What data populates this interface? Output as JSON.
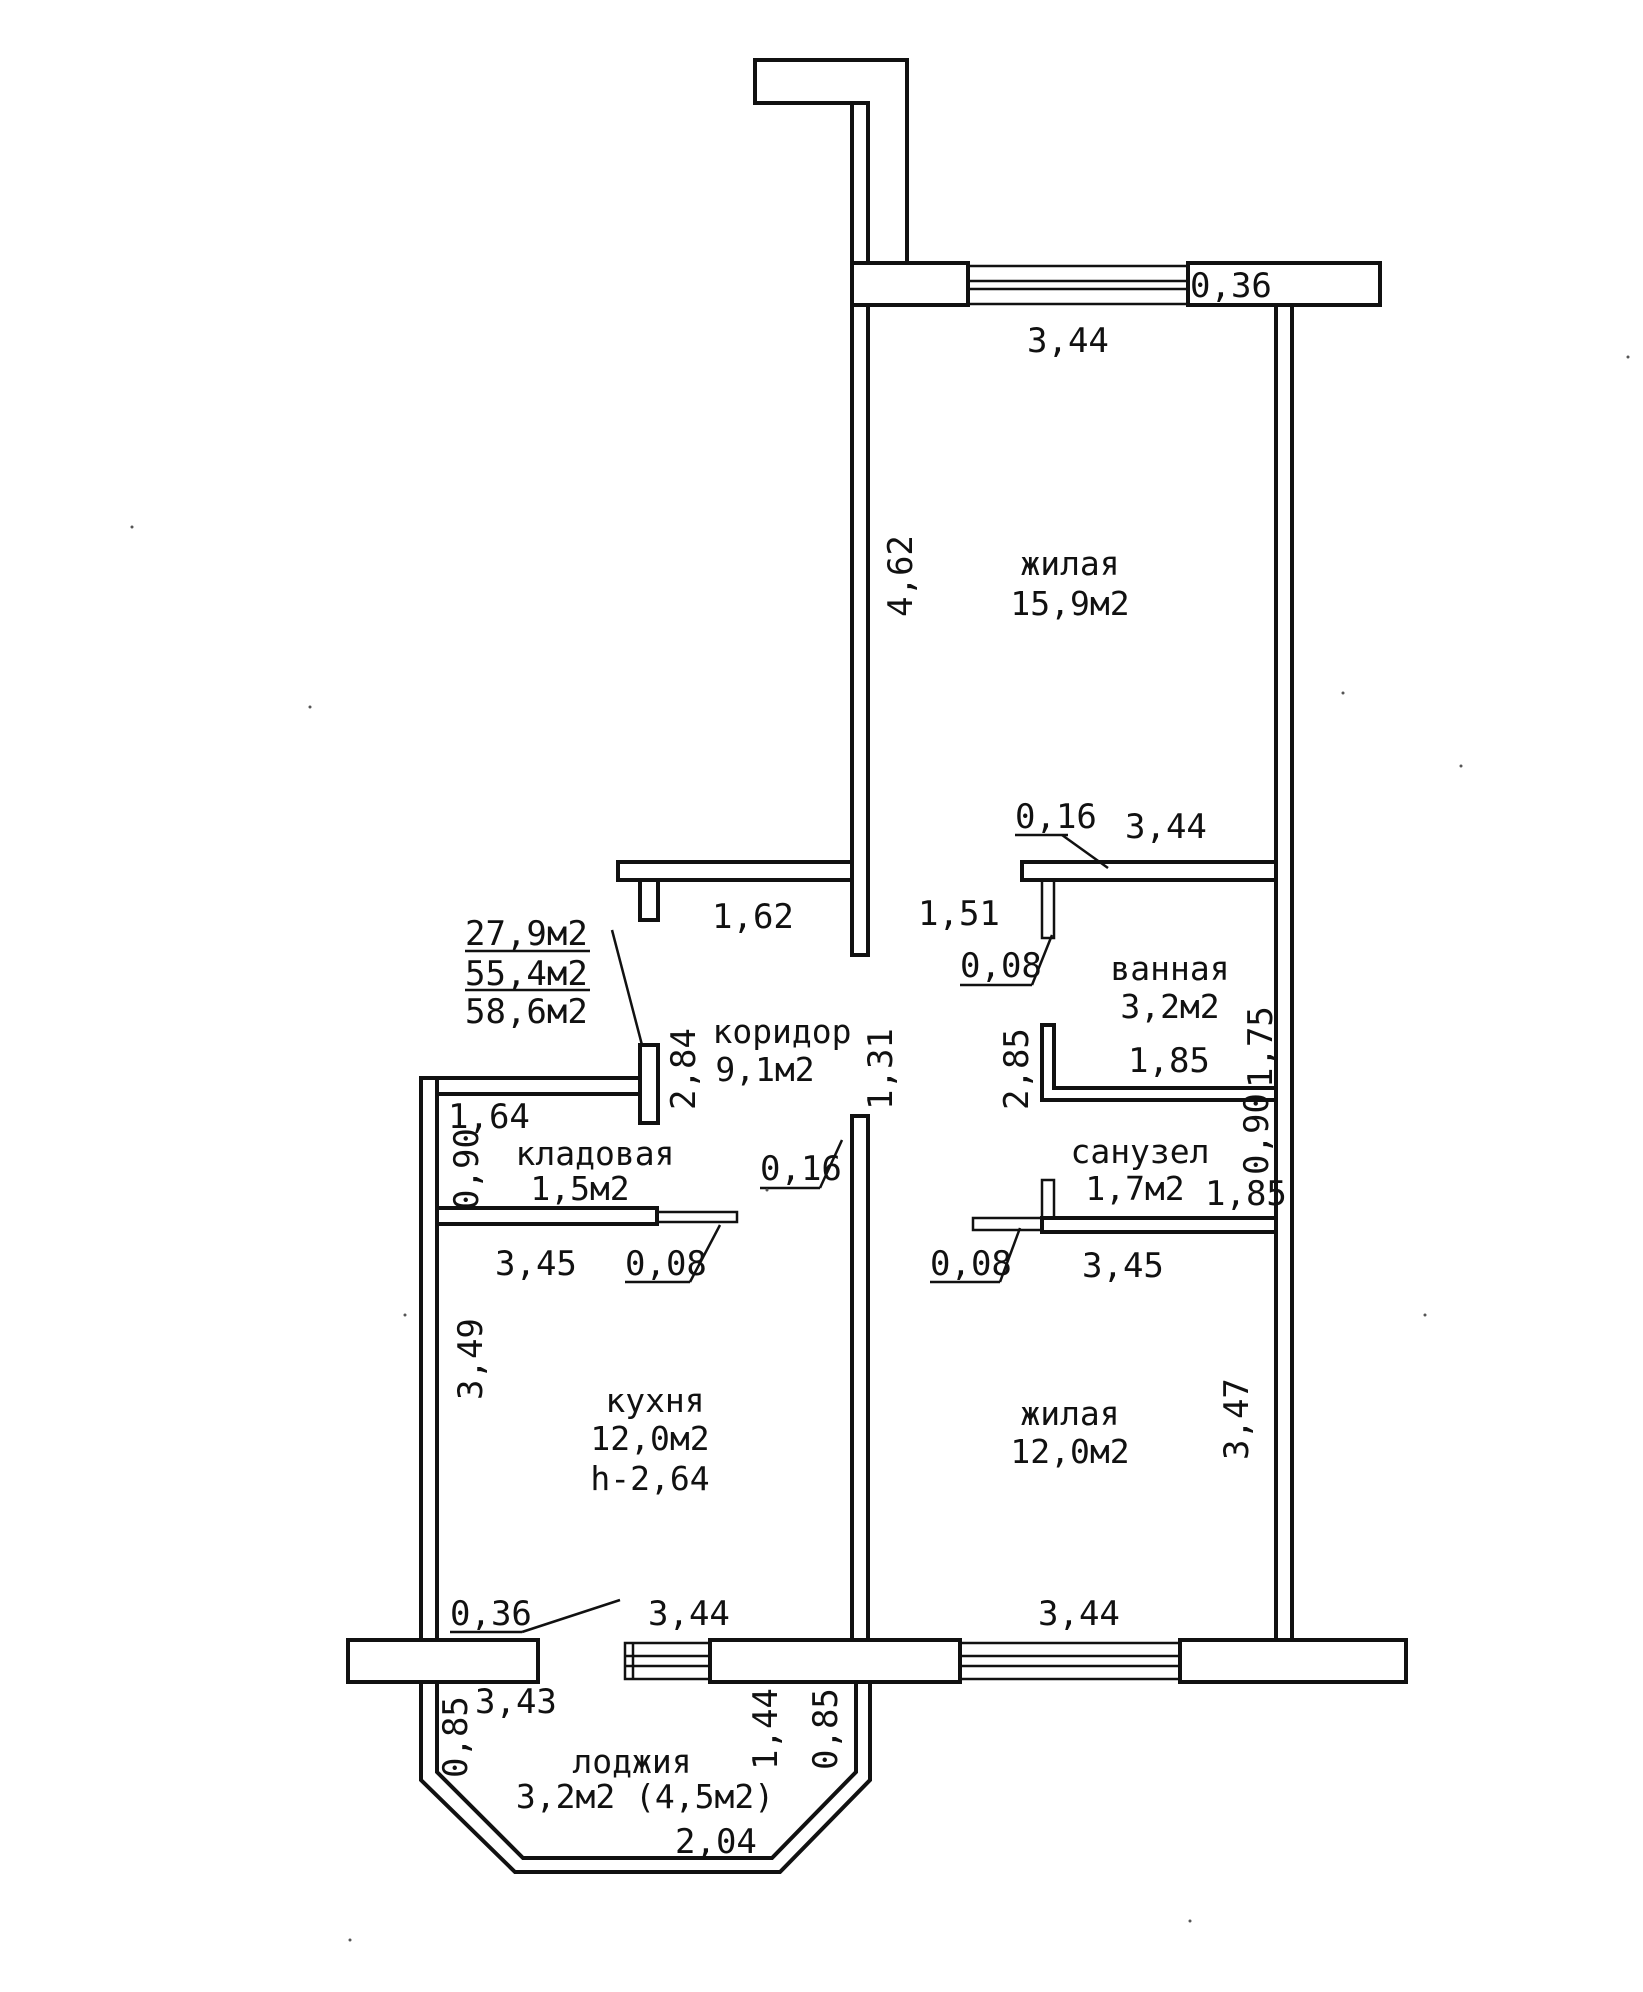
{
  "rooms": {
    "living_top": {
      "name": "жилая",
      "area": "15,9м2"
    },
    "bathroom": {
      "name": "ванная",
      "area": "3,2м2"
    },
    "corridor": {
      "name": "коридор",
      "area": "9,1м2"
    },
    "storage": {
      "name": "кладовая",
      "area": "1,5м2"
    },
    "toilet": {
      "name": "санузел",
      "area": "1,7м2"
    },
    "kitchen": {
      "name": "кухня",
      "area": "12,0м2",
      "height": "h-2,64"
    },
    "living_bottom": {
      "name": "жилая",
      "area": "12,0м2"
    },
    "loggia": {
      "name": "лоджия",
      "area": "3,2м2 (4,5м2)"
    }
  },
  "totals": {
    "living": "27,9м2",
    "total": "55,4м2",
    "with_loggia": "58,6м2"
  },
  "dims": {
    "top_wall": "0,36",
    "top_width": "3,44",
    "living_top_height": "4,62",
    "bath_top_wall": "0,16",
    "bath_top_width": "3,44",
    "corridor_left": "1,62",
    "corridor_right": "1,51",
    "bath_door": "0,08",
    "corridor_height": "2,84",
    "corridor_mid": "1,31",
    "bath_height": "2,85",
    "bath_width": "1,85",
    "bath_right": "1,75",
    "storage_top": "1,64",
    "storage_side": "0,90",
    "corridor_wall": "0,16",
    "toilet_side": "0,90",
    "toilet_width": "1,85",
    "kitchen_top": "3,45",
    "storage_door": "0,08",
    "toilet_door": "0,08",
    "living_bottom_top": "3,45",
    "kitchen_height": "3,49",
    "living_bottom_height": "3,47",
    "loggia_wall": "0,36",
    "kitchen_bottom": "3,44",
    "living_bottom_bottom": "3,44",
    "loggia_top": "3,43",
    "loggia_left": "0,85",
    "loggia_mid": "1,44",
    "loggia_right": "0,85",
    "loggia_bottom": "2,04"
  }
}
